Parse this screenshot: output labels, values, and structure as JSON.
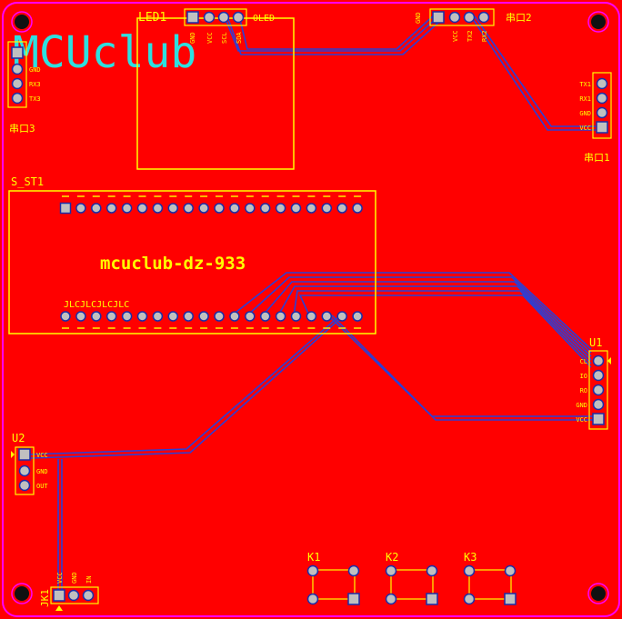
{
  "colors": {
    "copper": "#ff0000",
    "silk": "#ffff00",
    "trace": "#2b3fd6",
    "edge": "#ff00ff",
    "logo": "#2de0e0",
    "pad": "#c0c0c0"
  },
  "logo_text": "MCUclub",
  "board_label": "mcuclub-dz-933",
  "chip_marking": "JLCJLCJLCJLC",
  "components": {
    "led1": {
      "ref": "LED1",
      "name": "OLED",
      "pins": [
        "GND",
        "VCC",
        "SCL",
        "SDA"
      ]
    },
    "port2": {
      "ref": "串口2",
      "pins": [
        "GND",
        "VCC",
        "TX2",
        "RX2"
      ]
    },
    "port3": {
      "ref": "串口3",
      "pins": [
        "GND",
        "RX3",
        "TX3"
      ]
    },
    "port_right": {
      "ref": "串口1",
      "pins": [
        "TX1",
        "RX1",
        "GND",
        "VCC"
      ]
    },
    "sst1": {
      "ref": "S_ST1"
    },
    "u1": {
      "ref": "U1",
      "pins": [
        "CL",
        "IO",
        "RO",
        "GND",
        "VCC"
      ]
    },
    "u2": {
      "ref": "U2",
      "pins": [
        "VCC",
        "GND",
        "OUT"
      ]
    },
    "jk1": {
      "ref": "JK1",
      "pins": [
        "VCC",
        "GND",
        "IN"
      ]
    },
    "k1": {
      "ref": "K1"
    },
    "k2": {
      "ref": "K2"
    },
    "k3": {
      "ref": "K3"
    }
  }
}
